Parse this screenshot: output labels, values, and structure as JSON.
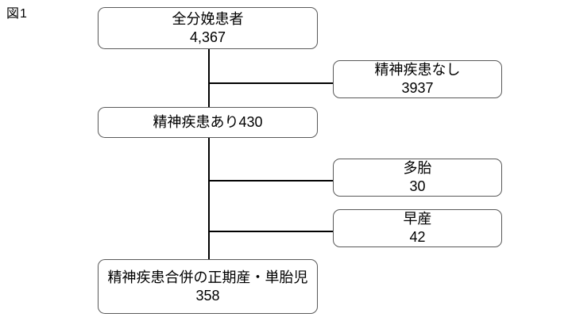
{
  "figure_label": "図1",
  "colors": {
    "background": "#ffffff",
    "box_border": "#595959",
    "connector": "#000000",
    "text": "#000000"
  },
  "nodes": {
    "total": {
      "label": "全分娩患者",
      "value": "4,367"
    },
    "no_mental": {
      "label": "精神疾患なし",
      "value": "3937"
    },
    "mental": {
      "label": "精神疾患あり430"
    },
    "multiple": {
      "label": "多胎",
      "value": "30"
    },
    "preterm": {
      "label": "早産",
      "value": "42"
    },
    "final": {
      "label": "精神疾患合併の正期産・単胎児",
      "value": "358"
    }
  }
}
